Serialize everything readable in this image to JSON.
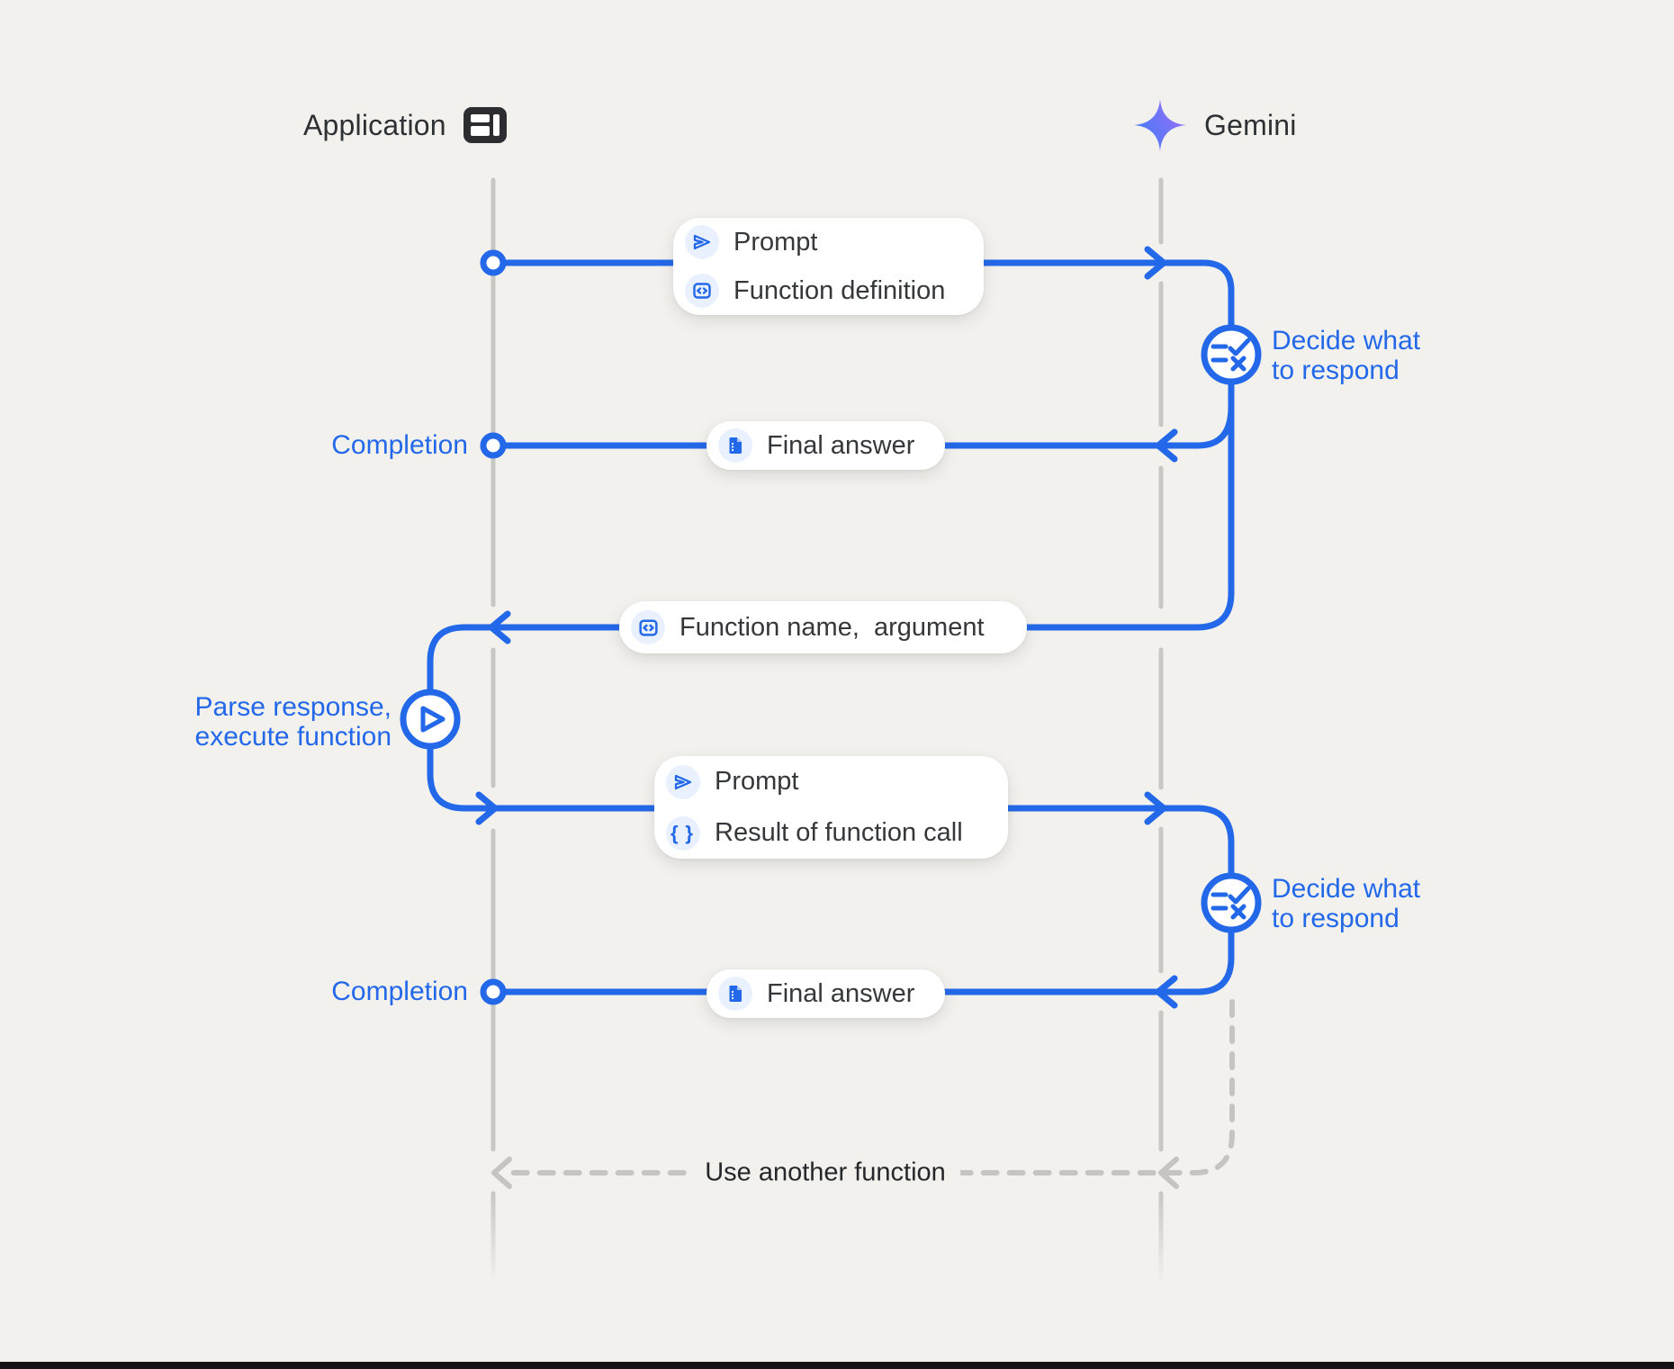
{
  "colors": {
    "background": "#f2f1ee",
    "accent_blue": "#2268e9",
    "lifeline_gray": "#c9c7c4",
    "box_text": "#35373a",
    "icon_chip_bg": "#e9f1fe",
    "loop_text": "#25272a",
    "bottom_bar": "#141414",
    "sparkle_gradient": [
      "#3f7cf6",
      "#9b6ff8"
    ]
  },
  "actors": {
    "application": "Application",
    "gemini": "Gemini"
  },
  "flow": {
    "request1": {
      "row1": "Prompt",
      "row2": "Function definition"
    },
    "decide1": {
      "line1": "Decide what",
      "line2": "to respond"
    },
    "completion1": "Completion",
    "final_answer1": "Final answer",
    "function_call": "Function name,  argument",
    "parse": {
      "line1": "Parse response,",
      "line2": "execute function"
    },
    "request2": {
      "row1": "Prompt",
      "row2": "Result of function call"
    },
    "decide2": {
      "line1": "Decide what",
      "line2": "to respond"
    },
    "completion2": "Completion",
    "final_answer2": "Final answer",
    "loop_label": "Use another function"
  }
}
